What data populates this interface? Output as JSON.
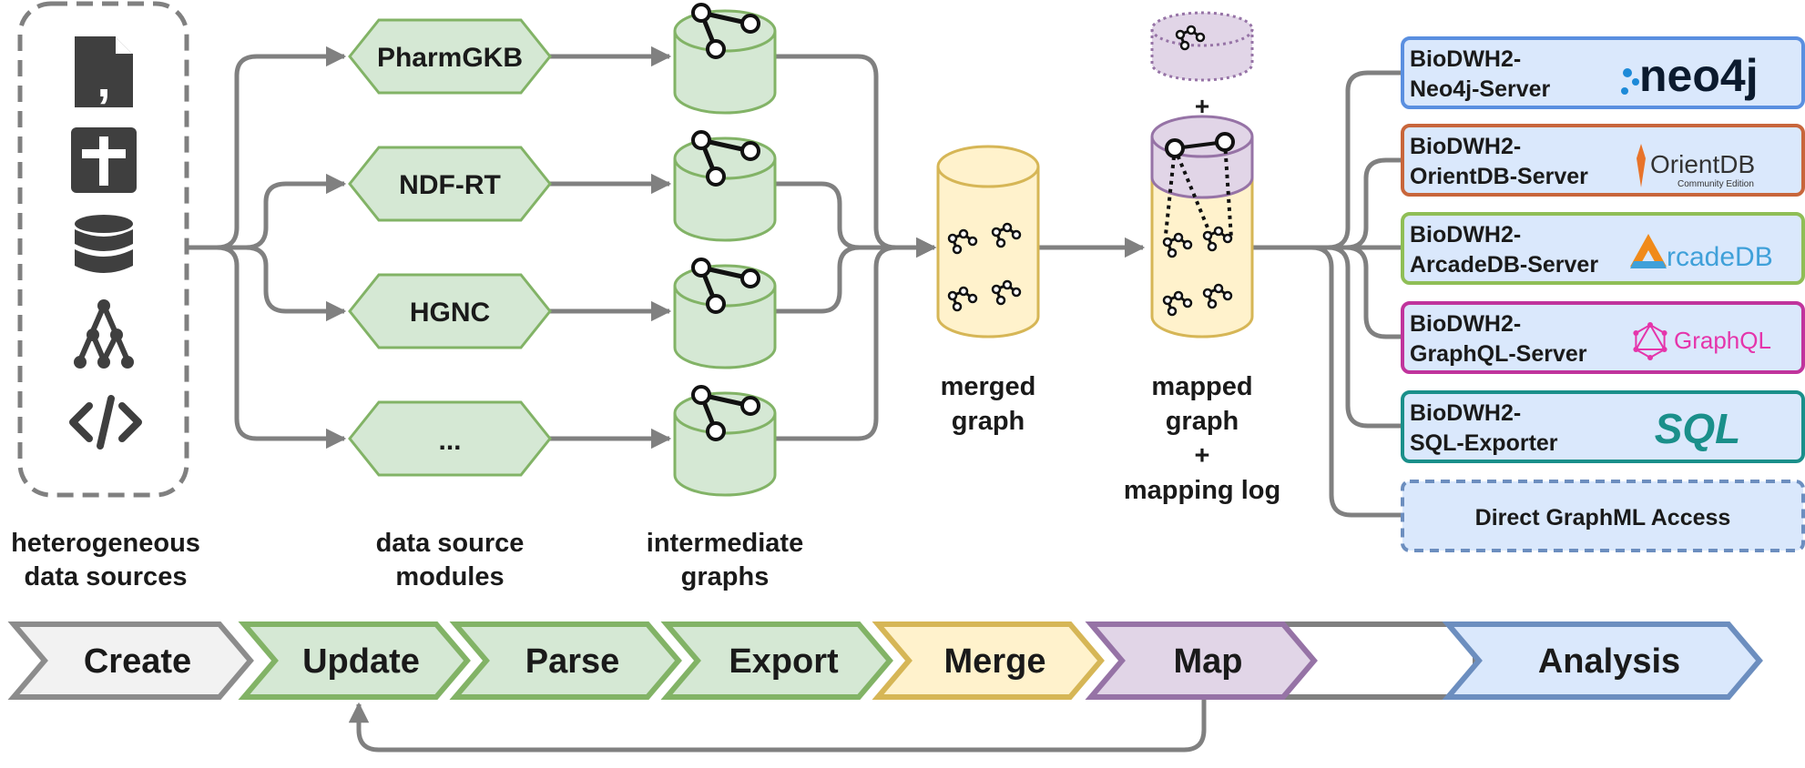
{
  "source_icons": [
    "file-code-icon",
    "file-plus-icon",
    "database-icon",
    "tree-hierarchy-icon",
    "code-brackets-icon"
  ],
  "modules": [
    "PharmGKB",
    "NDF-RT",
    "HGNC",
    "..."
  ],
  "captions": {
    "sources": [
      "heterogeneous",
      "data sources"
    ],
    "modules": [
      "data source",
      "modules"
    ],
    "intermediate": [
      "intermediate",
      "graphs"
    ],
    "merged": [
      "merged",
      "graph"
    ],
    "mapped": [
      "mapped",
      "graph",
      "+",
      "mapping log"
    ]
  },
  "plus_sign": "+",
  "targets": [
    {
      "lines": [
        "BioDWH2-",
        "Neo4j-Server"
      ],
      "logo": "neo4j",
      "color": "#5a8fe0"
    },
    {
      "lines": [
        "BioDWH2-",
        "OrientDB-Server"
      ],
      "logo": "OrientDB",
      "logo_sub": "Community Edition",
      "color": "#c8663b"
    },
    {
      "lines": [
        "BioDWH2-",
        "ArcadeDB-Server"
      ],
      "logo": "rcadeDB",
      "color": "#8fbe56"
    },
    {
      "lines": [
        "BioDWH2-",
        "GraphQL-Server"
      ],
      "logo": "GraphQL",
      "color": "#c0349c"
    },
    {
      "lines": [
        "BioDWH2-",
        "SQL-Exporter"
      ],
      "logo": "SQL",
      "color": "#1a8f8a"
    },
    {
      "lines": [
        "Direct GraphML Access"
      ],
      "logo": "",
      "color": "#6e93c9"
    }
  ],
  "stages": [
    {
      "label": "Create",
      "fill": "#f2f2f2",
      "stroke": "#8c8c8c"
    },
    {
      "label": "Update",
      "fill": "#d5e8d4",
      "stroke": "#82b366"
    },
    {
      "label": "Parse",
      "fill": "#d5e8d4",
      "stroke": "#82b366"
    },
    {
      "label": "Export",
      "fill": "#d5e8d4",
      "stroke": "#82b366"
    },
    {
      "label": "Merge",
      "fill": "#fff2cc",
      "stroke": "#d6b656"
    },
    {
      "label": "Map",
      "fill": "#e1d5e7",
      "stroke": "#9673a6"
    },
    {
      "label": "Analysis",
      "fill": "#dae8fc",
      "stroke": "#6c8ebf"
    }
  ]
}
